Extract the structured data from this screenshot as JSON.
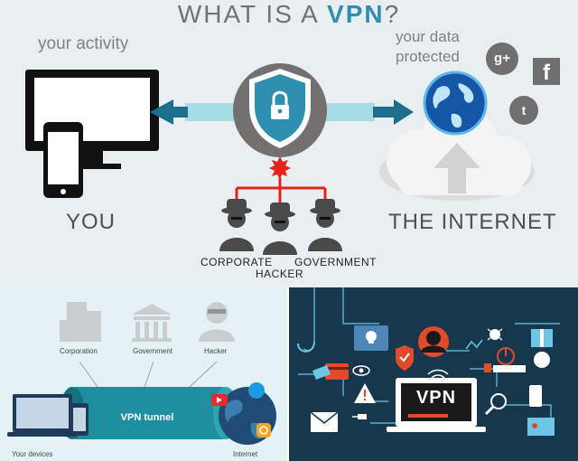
{
  "top": {
    "title_part1": "WHAT IS A",
    "title_part2": "VPN",
    "title_part3": "?",
    "activity_label": "your activity",
    "data_protected_label_line1": "your data",
    "data_protected_label_line2": "protected",
    "you_label": "YOU",
    "internet_label": "THE INTERNET",
    "corporate_label": "CORPORATE",
    "hacker_label": "HACKER",
    "government_label": "GOVERNMENT",
    "gplus_text": "g+",
    "facebook_text": "f",
    "twitter_text": "t",
    "colors": {
      "accent": "#2f8fb1",
      "arrow": "#1b6f8a",
      "tunnel": "#a7dbe6",
      "threat": "#e3221b",
      "bg": "#e9eef0"
    }
  },
  "bottom_left": {
    "corporation_label": "Corporation",
    "government_label": "Government",
    "hacker_label": "Hacker",
    "tunnel_label": "VPN tunnel",
    "devices_label": "Your devices",
    "internet_label": "Internet",
    "colors": {
      "tunnel": "#1d8f9e",
      "bg": "#e4f2f5"
    }
  },
  "bottom_right": {
    "vpn_label": "VPN",
    "colors": {
      "bg": "#17374d",
      "accent": "#e24a2c",
      "line": "#6ec6e6"
    }
  }
}
